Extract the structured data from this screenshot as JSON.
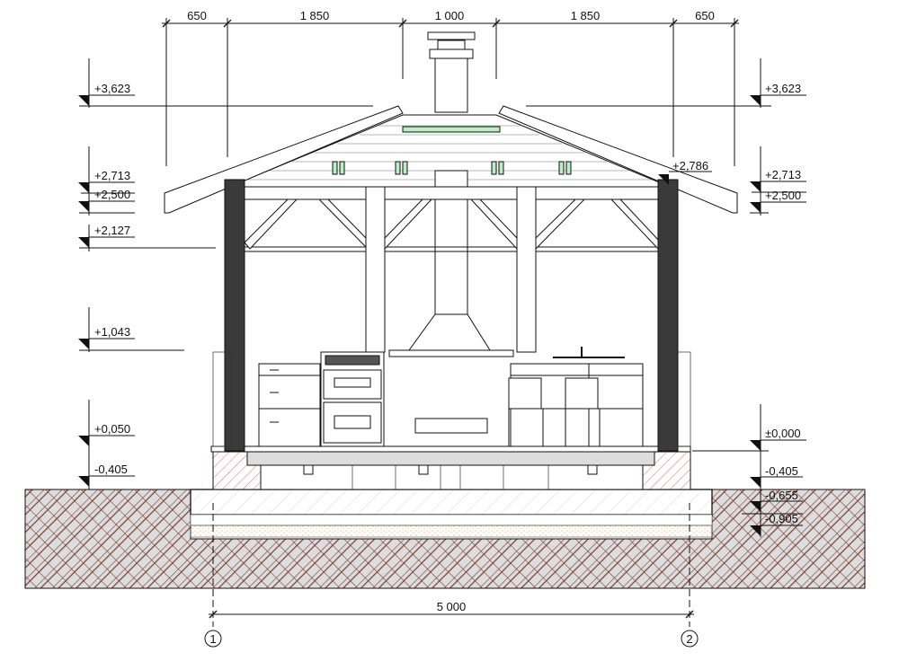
{
  "top_dimensions": [
    "650",
    "1 850",
    "1 000",
    "1 850",
    "650"
  ],
  "bottom_dimension": "5 000",
  "levels_left": [
    "+3,623",
    "+2,713",
    "+2,500",
    "+2,127",
    "+1,043",
    "+0,050",
    "-0,405"
  ],
  "levels_right": [
    "+3,623",
    "+2,713",
    "+2,500",
    "±0,000",
    "-0,405",
    "-0,655",
    "-0,905"
  ],
  "ridge_level": "+2,786",
  "axes": [
    "1",
    "2"
  ],
  "colors": {
    "post": "#3a3a3a",
    "ground_hatch": "#7a3a2a",
    "foundation_hatch": "#f06a6a",
    "vent": "#b8f0c0",
    "sand": "#f0a040"
  }
}
